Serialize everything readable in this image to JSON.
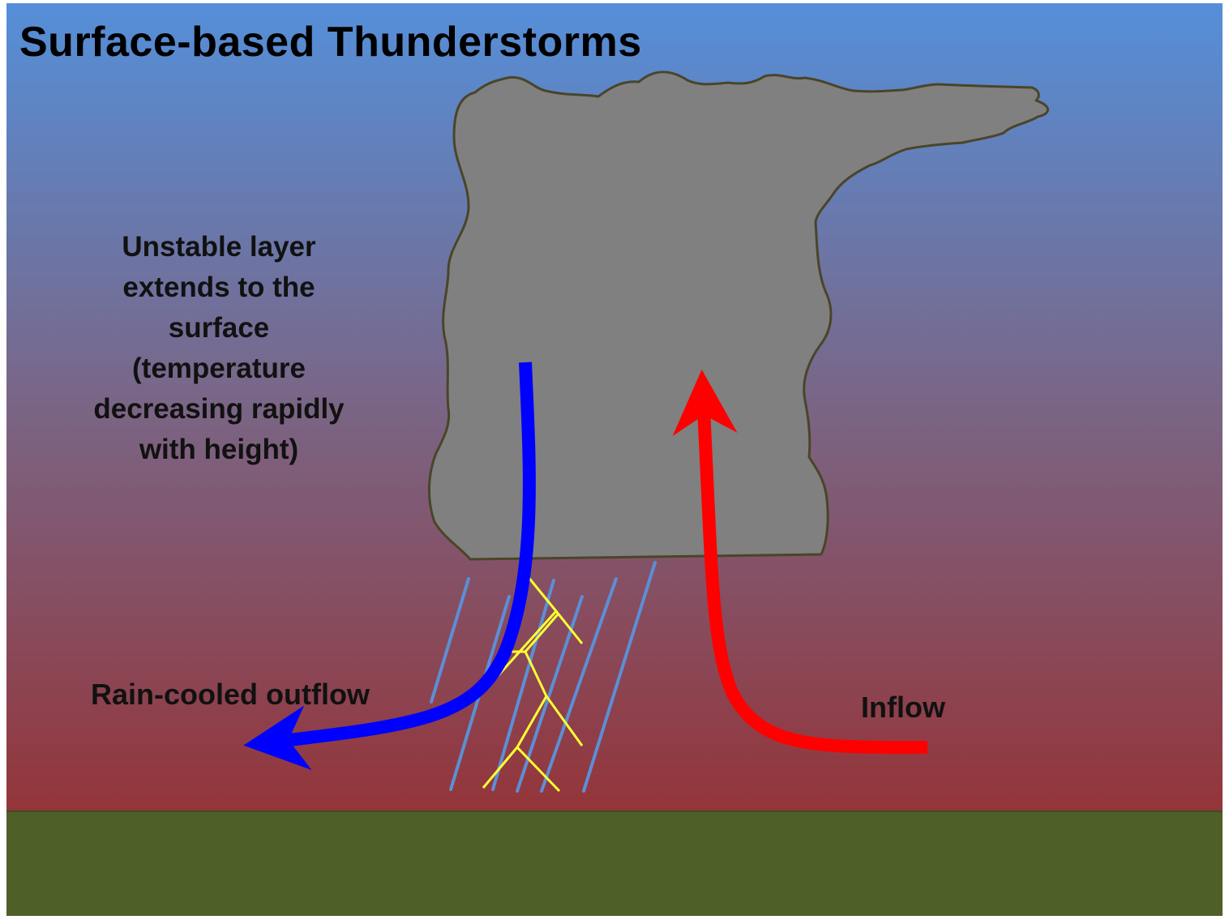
{
  "title": "Surface-based Thunderstorms",
  "labels": {
    "unstable_layer": [
      "Unstable layer",
      "extends to the",
      "surface",
      "(temperature",
      "decreasing rapidly",
      "with height)"
    ],
    "outflow": "Rain-cooled outflow",
    "inflow": "Inflow"
  },
  "colors": {
    "sky_top": "#558fd9",
    "sky_mid": "#7a6585",
    "sky_bottom": "#94353a",
    "ground": "#4f5f28",
    "cloud_fill": "#808080",
    "cloud_outline": "#4a4528",
    "outflow_arrow": "#0000ff",
    "inflow_arrow": "#ff0000",
    "rain_streak": "#5b8fd6",
    "lightning": "#ffff33"
  },
  "icons": {
    "cloud": "thunderstorm-cloud-icon",
    "downdraft": "downdraft-arrow-icon",
    "updraft": "updraft-arrow-icon",
    "rain": "rain-streaks-icon",
    "lightning": "lightning-bolt-icon"
  }
}
